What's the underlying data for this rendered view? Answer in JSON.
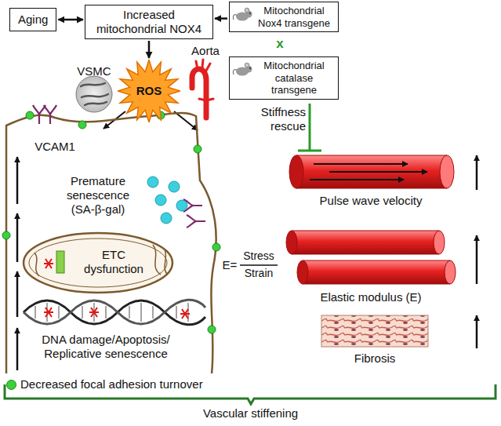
{
  "diagram": {
    "nodes": [
      {
        "text": [
          "Aging"
        ]
      },
      {
        "text": [
          "Increased mitochondrial NOX4"
        ]
      },
      {
        "text": [
          "Mitochondrial Nox4 transgene"
        ]
      },
      {
        "text": [
          "Mitochondrial catalase transgene"
        ]
      },
      {
        "text": [
          "ROS"
        ]
      }
    ],
    "edges": [
      {
        "from": 1,
        "to": 0,
        "arrow": "both"
      },
      {
        "from": 2,
        "to": 1,
        "arrow": "to"
      },
      {
        "from": 1,
        "to": 4,
        "arrow": "to"
      }
    ],
    "labels": [
      "VSMC",
      "Aorta",
      "x",
      "Stiffness rescue",
      "VCAM1",
      "Premature senescence (SA-β-gal)",
      "ETC dysfunction",
      "DNA damage/Apoptosis/ Replicative senescence",
      "Pulse wave velocity",
      "E=",
      "Stress",
      "Strain",
      "Elastic modulus (E)",
      "Fibrosis",
      "Vascular stiffening"
    ],
    "legend": [
      {
        "text": "Decreased focal adhesion turnover",
        "color": "#3ecf3e"
      }
    ]
  }
}
